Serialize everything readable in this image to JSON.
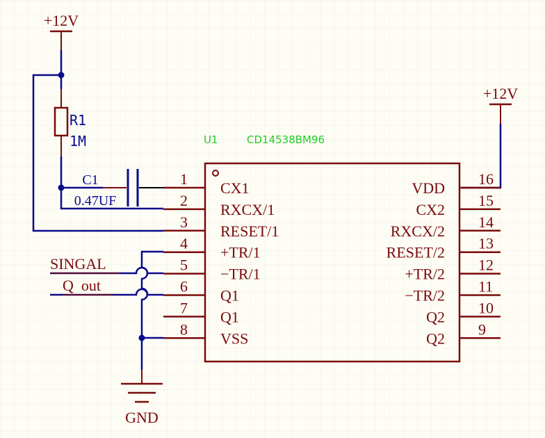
{
  "colors": {
    "wire": "#0a0a8c",
    "component": "#7a0a0a",
    "designator": "#22cc22",
    "background": "#fdfcf5",
    "grid": "#efeee6"
  },
  "power": {
    "top_left": "+12V",
    "top_right": "+12V",
    "ground": "GND"
  },
  "resistor": {
    "designator": "R1",
    "value": "1M"
  },
  "capacitor": {
    "designator": "C1",
    "value": "0.47UF"
  },
  "net_labels": {
    "input": "SINGAL",
    "output": "Q  out"
  },
  "ic": {
    "designator": "U1",
    "part": "CD14538BM96",
    "left_pins": [
      {
        "num": "1",
        "name": "CX1"
      },
      {
        "num": "2",
        "name": "RXCX/1"
      },
      {
        "num": "3",
        "name": "RESET/1"
      },
      {
        "num": "4",
        "name": "+TR/1"
      },
      {
        "num": "5",
        "name": "−TR/1"
      },
      {
        "num": "6",
        "name": "Q1"
      },
      {
        "num": "7",
        "name": "Q1"
      },
      {
        "num": "8",
        "name": "VSS"
      }
    ],
    "right_pins": [
      {
        "num": "16",
        "name": "VDD"
      },
      {
        "num": "15",
        "name": "CX2"
      },
      {
        "num": "14",
        "name": "RXCX/2"
      },
      {
        "num": "13",
        "name": "RESET/2"
      },
      {
        "num": "12",
        "name": "+TR/2"
      },
      {
        "num": "11",
        "name": "−TR/2"
      },
      {
        "num": "10",
        "name": "Q2"
      },
      {
        "num": "9",
        "name": "Q2"
      }
    ]
  }
}
